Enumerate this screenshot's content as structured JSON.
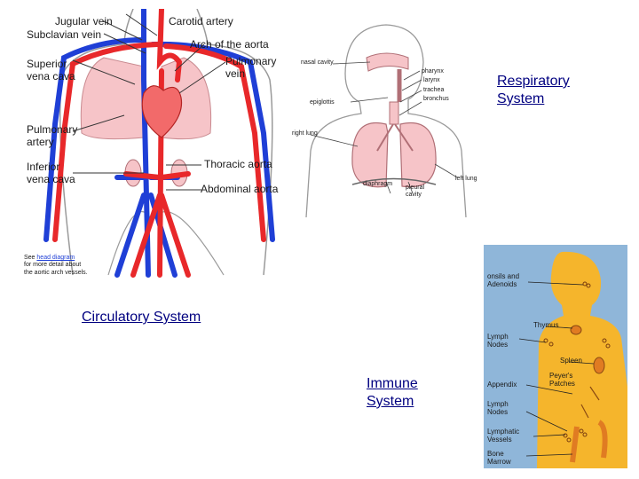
{
  "circulatory": {
    "labels": {
      "jugular": "Jugular vein",
      "subclavian": "Subclavian vein",
      "carotid": "Carotid artery",
      "arch": "Arch of the aorta",
      "svc1": "Superior",
      "svc2": "vena cava",
      "pulmvein1": "Pulmonary",
      "pulmvein2": "vein",
      "pulmart1": "Pulmonary",
      "pulmart2": "artery",
      "ivc1": "Inferior",
      "ivc2": "vena cava",
      "thoracic": "Thoracic aorta",
      "abdominal": "Abdominal aorta"
    },
    "note": {
      "prefix": "See ",
      "link": "head diagram",
      "line2": "for more detail about",
      "line3": "the aortic arch vessels."
    },
    "title_link": "Circulatory System"
  },
  "respiratory": {
    "labels": {
      "nasal": "nasal cavity",
      "pharynx": "pharynx",
      "larynx": "larynx",
      "trachea": "trachea",
      "bronchus": "bronchus",
      "epiglottis": "epiglottis",
      "right_lung": "right lung",
      "left_lung": "left lung",
      "diaphragm": "diaphragm",
      "pleural1": "pleural",
      "pleural2": "cavity"
    },
    "title_link_line1": "Respiratory",
    "title_link_line2": "System"
  },
  "immune": {
    "labels": {
      "tonsils1": "onsils and",
      "tonsils2": "Adenoids",
      "thymus": "Thymus",
      "lymph1a": "Lymph",
      "lymph1b": "Nodes",
      "spleen": "Spleen",
      "peyers1": "Peyer's",
      "peyers2": "Patches",
      "appendix": "Appendix",
      "lymph2a": "Lymph",
      "lymph2b": "Nodes",
      "vessels1": "Lymphatic",
      "vessels2": "Vessels",
      "marrow1": "Bone",
      "marrow2": "Marrow"
    },
    "title_link_line1": "Immune",
    "title_link_line2": "System"
  },
  "colors": {
    "artery": "#e8282a",
    "vein": "#1f3fd6",
    "lung_pink": "#f6c4c8",
    "skin_orange": "#f5b52c",
    "panel_blue": "#8fb6d9",
    "link": "#000080"
  }
}
